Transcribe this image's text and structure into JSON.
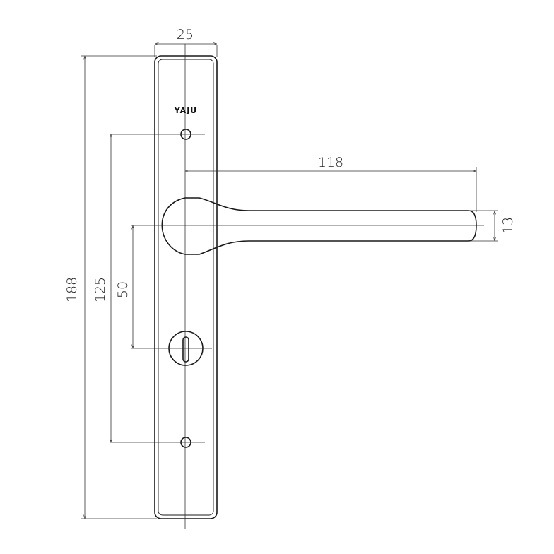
{
  "brand": "YAJU",
  "dimensions": {
    "plate_width": "25",
    "plate_height": "188",
    "screw_spacing": "125",
    "handle_to_key": "50",
    "handle_length": "118",
    "handle_thickness": "13"
  }
}
